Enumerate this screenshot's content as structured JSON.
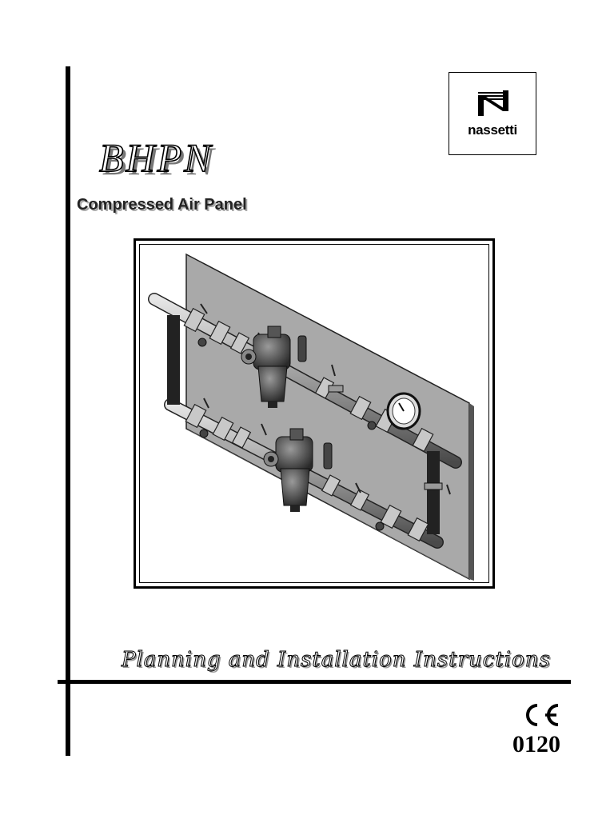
{
  "document": {
    "brand_name": "BHPN",
    "subtitle": "Compressed Air Panel",
    "title": "Planning and Installation Instructions",
    "certification_number": "0120"
  },
  "logo": {
    "text": "nassetti",
    "icon": "nassetti-n-logo-icon"
  },
  "ce_mark": {
    "icon": "ce-mark-icon"
  },
  "illustration": {
    "icon": "compressed-air-panel-illustration",
    "panel_color": "#a9a9a9"
  }
}
